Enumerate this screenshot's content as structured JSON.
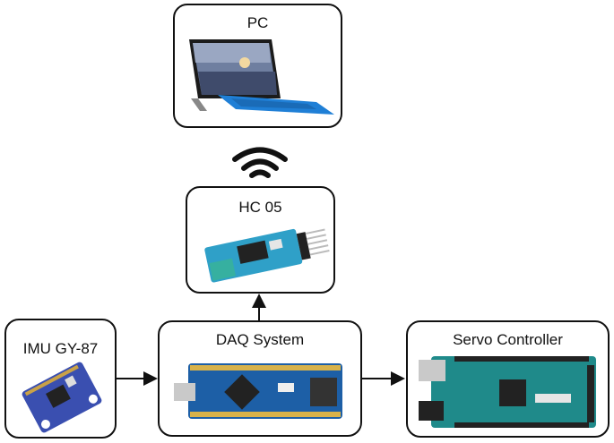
{
  "nodes": {
    "pc": {
      "label": "PC"
    },
    "hc05": {
      "label": "HC 05"
    },
    "imu": {
      "label": "IMU GY-87"
    },
    "daq": {
      "label": "DAQ System"
    },
    "servo": {
      "label": "Servo Controller"
    }
  },
  "icons": {
    "wireless": "wifi-icon",
    "pc": "tablet-laptop-icon",
    "hc05": "bluetooth-module-icon",
    "imu": "imu-sensor-board-icon",
    "daq": "arduino-nano-icon",
    "servo": "arduino-mega-icon"
  },
  "colors": {
    "border": "#111111",
    "pc_keyboard": "#1f7fd6",
    "hc05_board": "#2fa0c8",
    "imu_board": "#3a4fb0",
    "daq_board": "#1d5fa6",
    "servo_board": "#1f8a8a"
  }
}
